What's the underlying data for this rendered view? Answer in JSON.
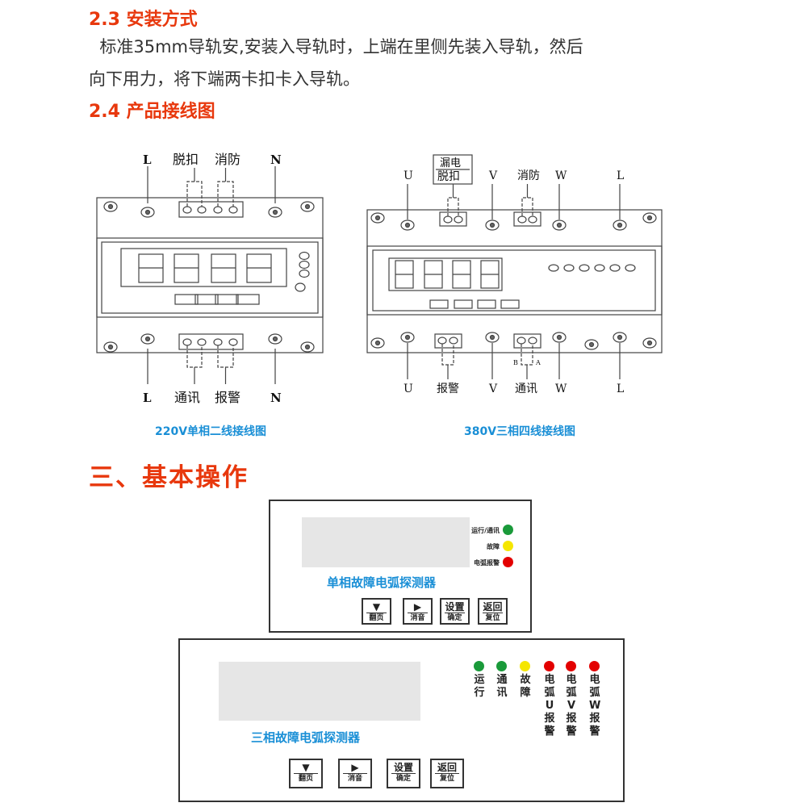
{
  "sec23": {
    "title": "2.3  安装方式",
    "line1": "  标准35mm导轨安,安装入导轨时，上端在里侧先装入导轨，然后",
    "line2": "向下用力，将下端两卡扣卡入导轨。"
  },
  "sec24": {
    "title": "2.4  产品接线图"
  },
  "diag1": {
    "top": [
      "L",
      "脱扣",
      "消防",
      "N"
    ],
    "bottom": [
      "L",
      "通讯",
      "报警",
      "N"
    ],
    "caption": "220V单相二线接线图"
  },
  "diag2": {
    "top": [
      "U",
      "漏电",
      "脱扣",
      "V",
      "消防",
      "W",
      "L"
    ],
    "bottom": [
      "U",
      "报警",
      "V",
      "通讯",
      "W",
      "L"
    ],
    "ba": [
      "B",
      "A"
    ],
    "caption": "380V三相四线接线图"
  },
  "sec3": {
    "title": "三、基本操作"
  },
  "panel1": {
    "title": "单相故障电弧探测器",
    "leds": [
      {
        "label": "运行/通讯",
        "color": "#1a9a3a"
      },
      {
        "label": "故障",
        "color": "#f5e600"
      },
      {
        "label": "电弧报警",
        "color": "#e30000"
      }
    ],
    "buttons": [
      {
        "top": "▼",
        "bottom": "翻页"
      },
      {
        "top": "▶",
        "bottom": "消音"
      },
      {
        "top": "设置",
        "bottom": "确定"
      },
      {
        "top": "返回",
        "bottom": "复位"
      }
    ]
  },
  "panel2": {
    "title": "三相故障电弧探测器",
    "leds": [
      {
        "label": "运行",
        "color": "#1a9a3a"
      },
      {
        "label": "通讯",
        "color": "#1a9a3a"
      },
      {
        "label": "故障",
        "color": "#f5e600"
      },
      {
        "label": "电弧U报警",
        "color": "#e30000"
      },
      {
        "label": "电弧V报警",
        "color": "#e30000"
      },
      {
        "label": "电弧W报警",
        "color": "#e30000"
      }
    ],
    "buttons": [
      {
        "top": "▼",
        "bottom": "翻页"
      },
      {
        "top": "▶",
        "bottom": "消音"
      },
      {
        "top": "设置",
        "bottom": "确定"
      },
      {
        "top": "返回",
        "bottom": "复位"
      }
    ]
  }
}
